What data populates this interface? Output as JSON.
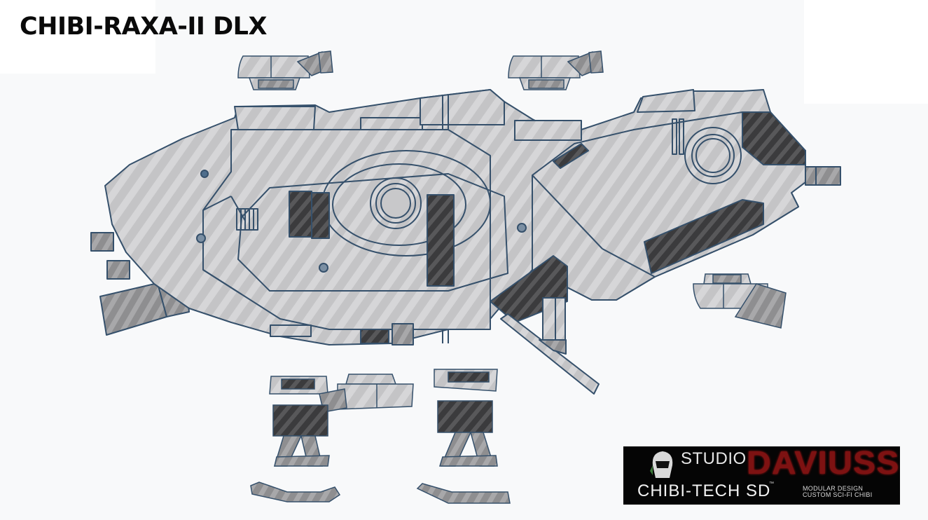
{
  "title": "CHIBI-RAXA-II DLX",
  "colors": {
    "background": "#f8f9fa",
    "panel_fill": "#bdbdbf",
    "panel_light": "#d4d4d6",
    "outline": "#35506b",
    "dark_panel": "#3a3a3c",
    "logo_bg": "#050505",
    "logo_red": "#8b1414"
  },
  "artwork": {
    "subject": "chibi sci-fi spaceship parts layout",
    "main_hull": "ship-hull",
    "parts": [
      "top-turret-left",
      "top-turret-right",
      "side-turret-right",
      "leg-left",
      "leg-right",
      "foot-left",
      "foot-right",
      "cannon-small"
    ]
  },
  "logo": {
    "studio": "STUDIO",
    "brand": "DAVIUSS",
    "product": "CHIBI-TECH SD",
    "trademark": "™",
    "line1": "MODULAR DESIGN",
    "line2": "CUSTOM SCI-FI CHIBI"
  }
}
